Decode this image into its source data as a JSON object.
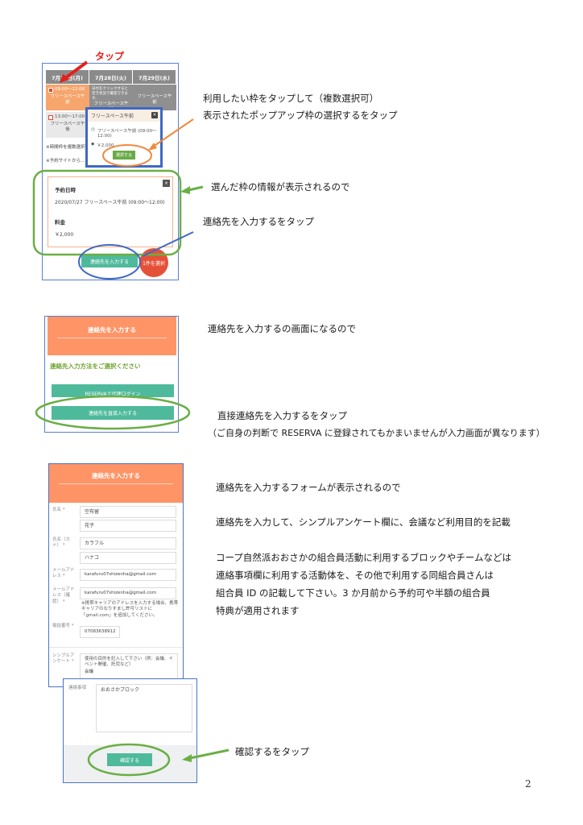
{
  "annotations": {
    "tap_label": "タップ",
    "captions": {
      "c1": "利用したい枠をタップして（複数選択可）",
      "c2": "表示されたポップアップ枠の選択するをタップ",
      "c3": "選んだ枠の情報が表示されるので",
      "c4": "連絡先を入力するをタップ",
      "c5": "連絡先を入力するの画面になるので",
      "c6": "直接連絡先を入力するをタップ",
      "c7": "（ご自身の判断で RESERVA に登録されてもかまいませんが入力画面が異なります）",
      "c8": "連絡先を入力するフォームが表示されるので",
      "c9": "連絡先を入力して、シンプルアンケート欄に、会議など利用目的を記載",
      "c10": "コープ自然派おおさかの組合員活動に利用するブロックやチームなどは",
      "c11": "連絡事項欄に利用する活動体を、その他で利用する同組合員さんは",
      "c12": "組合員 ID の記載して下さい。3 か月前から予約可や半額の組合員",
      "c13": "特典が適用されます",
      "c14": "確認するをタップ"
    },
    "page_number": "2"
  },
  "calendar": {
    "days": [
      "7月27日(月)",
      "7月28日(火)",
      "7月29日(水)"
    ],
    "slot_selected_time": "09:00〜12:00",
    "slot_selected_name": "フリースペース午前",
    "slot_tue": "フリースペース午前",
    "slot_wed": "フリースペース午前",
    "slot_afternoon_time": "13:00〜17:00",
    "slot_afternoon_name": "フリースペース午後",
    "popup_hint": "日付をクリックすると空き状況で確認できます。",
    "note_1": "※時間枠を複数選択すると、まとめて予約できます。",
    "note_2": "※予約サイトから…"
  },
  "popup": {
    "title": "フリースペース午前",
    "time": "フリースペース午前 (09:00〜12:00)",
    "price": "￥2,000",
    "select_button": "選択する"
  },
  "booking_info": {
    "date_label": "予約日時",
    "date_value": "2020/07/27 フリースペース午前 (09:00〜12:00)",
    "fee_label": "料金",
    "fee_value": "￥2,000",
    "contact_button": "連絡先を入力する",
    "fab_label": "1件を選択"
  },
  "contact_method": {
    "header": "連絡先を入力する",
    "prompt": "連絡先入力方法をご選択ください",
    "reserva_button": "RESERVAで代理ログイン",
    "direct_button": "連絡先を直接入力する"
  },
  "form": {
    "header": "連絡先を入力する",
    "name_label": "氏名 *",
    "last_name": "空布留",
    "first_name": "花子",
    "kana_label": "氏名（カナ） *",
    "last_kana": "カラフル",
    "first_kana": "ハナコ",
    "email_label": "メールアドレス *",
    "email": "karafuru07shizenha@gmail.com",
    "email_confirm_label": "メールアドレス（確認） *",
    "email_confirm": "karafuru07shizenha@gmail.com",
    "email_note": "※携帯キャリアのアドレスを入力する場合、携帯キャリアのなりすまし許可リストに「gmail.com」を追加してください。",
    "phone_label": "電話番号 *",
    "phone": "07083638912",
    "survey_label": "シンプルアンケート *",
    "survey_placeholder": "使用の目的を記入して下さい（例：会議、イベント開催、託児など）",
    "survey_value": "会議",
    "notes_label": "連絡事項",
    "notes_value": "おおさかブロック",
    "confirm_button": "確認する"
  },
  "colors": {
    "orange": "#ff9466",
    "teal": "#4fba9b",
    "annotation_green": "#6aaf45",
    "annotation_blue": "#3f68c4",
    "annotation_orange": "#ef8a3c",
    "tap_red": "#e3211c"
  }
}
